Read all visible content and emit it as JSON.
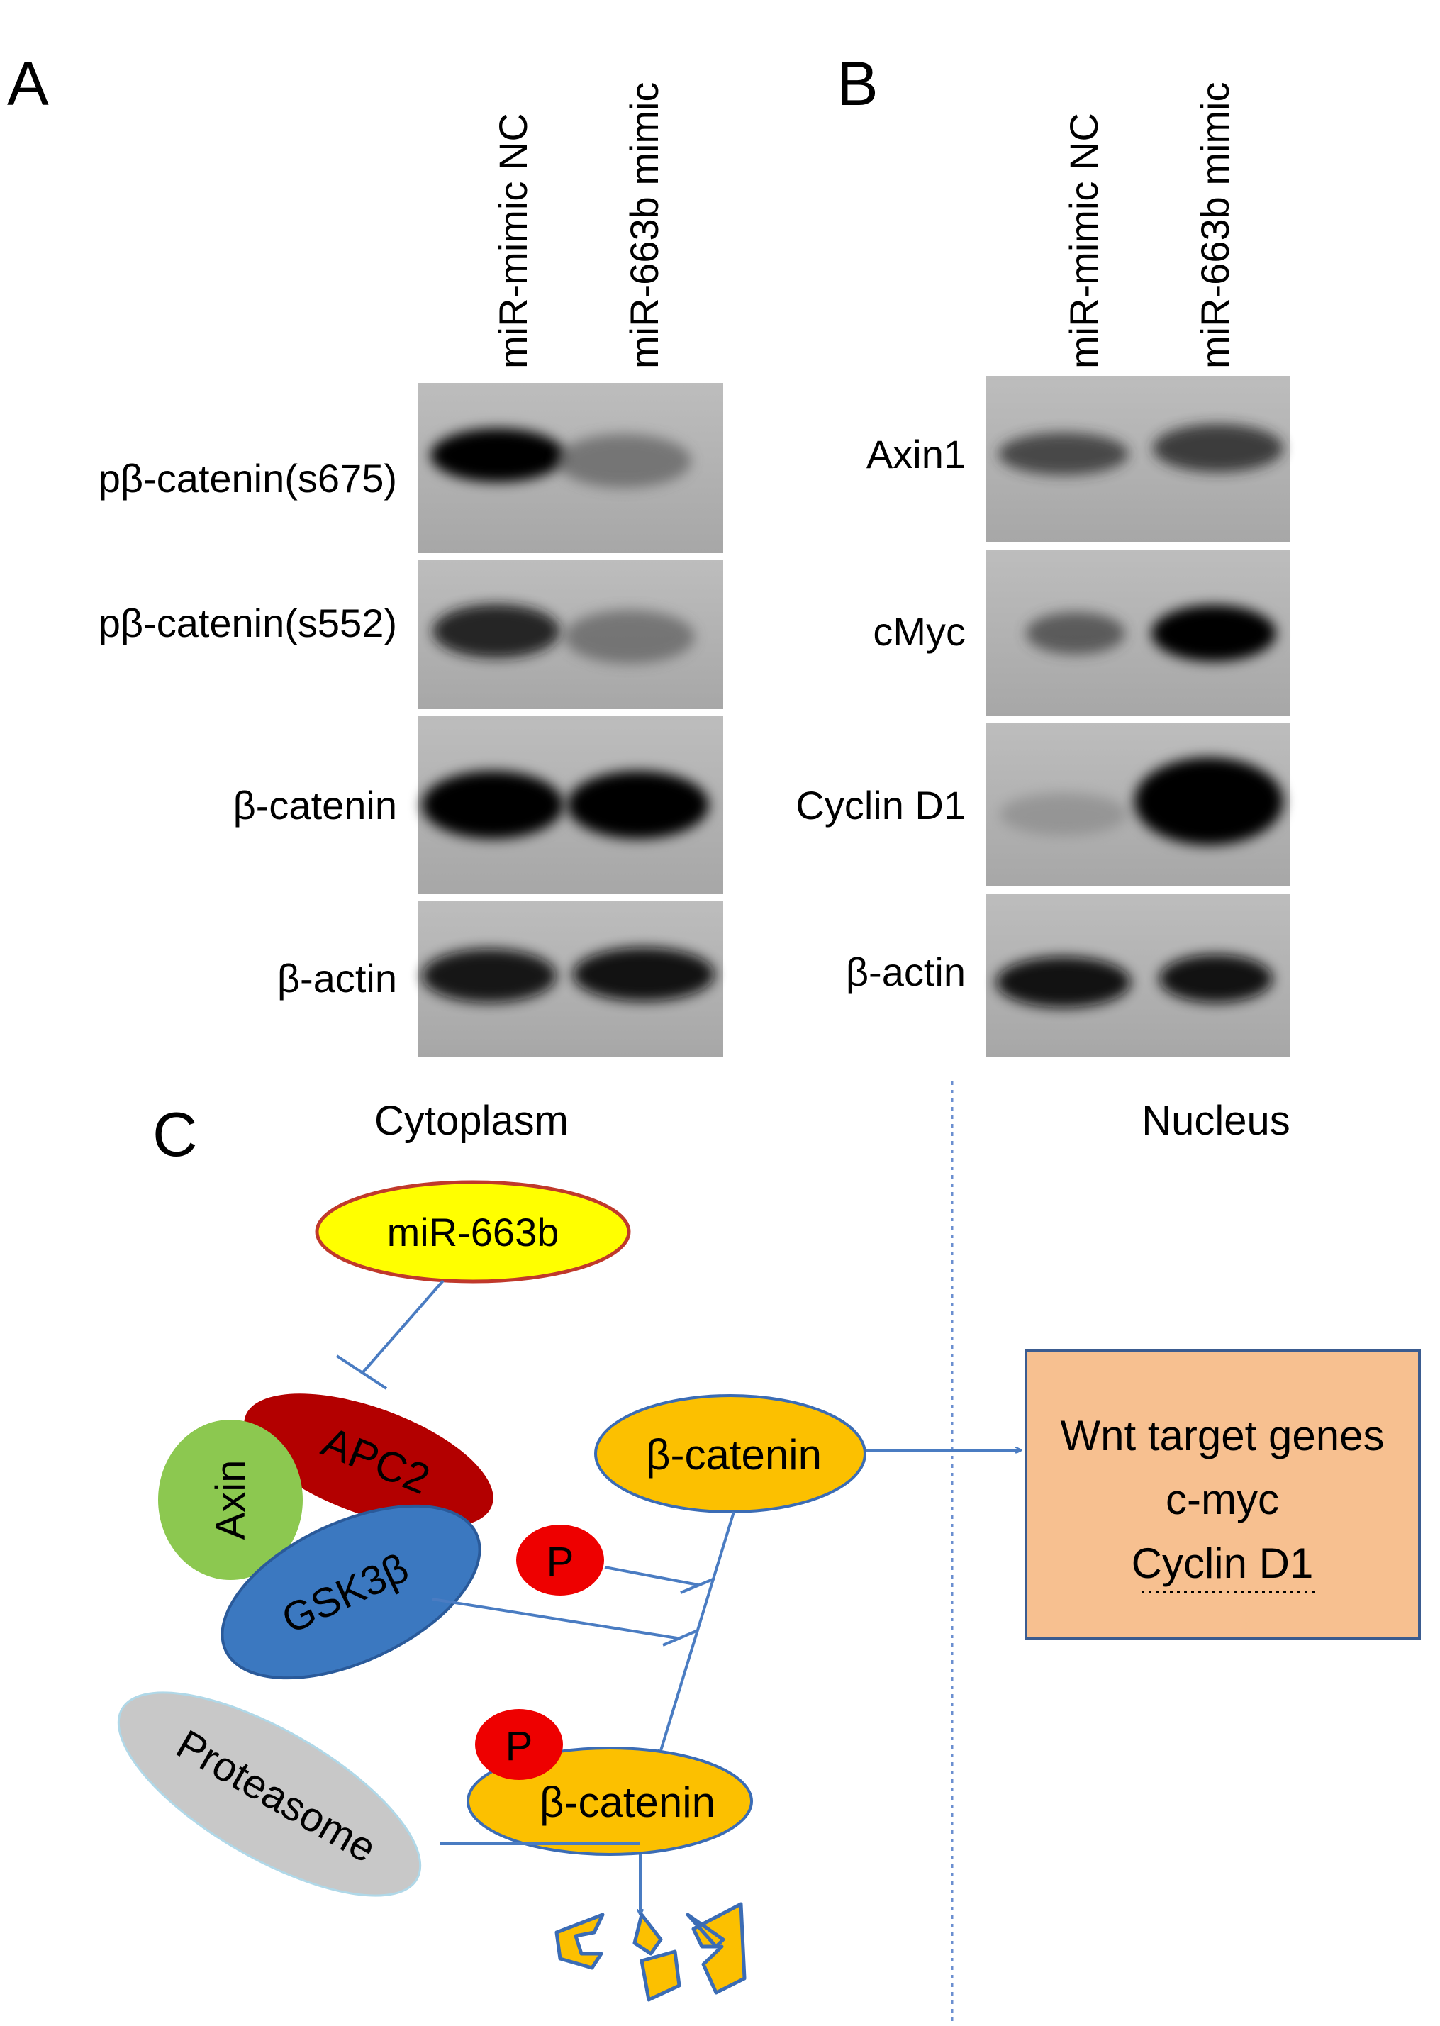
{
  "panel_a": {
    "letter": "A",
    "lanes": [
      "miR-mimic NC",
      "miR-663b mimic"
    ],
    "blots": [
      {
        "label": "pβ-catenin(s675)",
        "band_intensity": [
          1.0,
          0.45
        ]
      },
      {
        "label": "pβ-catenin(s552)",
        "band_intensity": [
          0.85,
          0.45
        ]
      },
      {
        "label": "β-catenin",
        "band_intensity": [
          1.0,
          1.0
        ]
      },
      {
        "label": "β-actin",
        "band_intensity": [
          0.9,
          0.95
        ]
      }
    ]
  },
  "panel_b": {
    "letter": "B",
    "lanes": [
      "miR-mimic NC",
      "miR-663b mimic"
    ],
    "blots": [
      {
        "label": "Axin1",
        "band_intensity": [
          0.7,
          0.75
        ]
      },
      {
        "label": "cMyc",
        "band_intensity": [
          0.6,
          1.0
        ]
      },
      {
        "label": "Cyclin D1",
        "band_intensity": [
          0.2,
          1.0
        ]
      },
      {
        "label": "β-actin",
        "band_intensity": [
          0.95,
          0.95
        ]
      }
    ]
  },
  "panel_c": {
    "letter": "C",
    "region_cytoplasm": "Cytoplasm",
    "region_nucleus": "Nucleus",
    "mirna": "miR-663b",
    "apc2": "APC2",
    "axin": "Axin",
    "gsk3b": "GSK3β",
    "phospho_p": "P",
    "beta_catenin_free": "β-catenin",
    "beta_catenin_phospho": "β-catenin",
    "phospho_p_bound": "P",
    "proteasome": "Proteasome",
    "target_box": {
      "line1": "Wnt target genes",
      "line2": "c-myc",
      "line3": "Cyclin D1"
    },
    "colors": {
      "mirna_fill": "#ffff00",
      "mirna_border": "#c0392b",
      "apc2": "#b30000",
      "axin": "#8cc850",
      "gsk3b": "#3b78c0",
      "phospho": "#ee0000",
      "beta_catenin": "#fcc000",
      "proteasome": "#c8c8c8",
      "target_box": "#f7c090",
      "arrow": "#4a7cc2"
    }
  }
}
